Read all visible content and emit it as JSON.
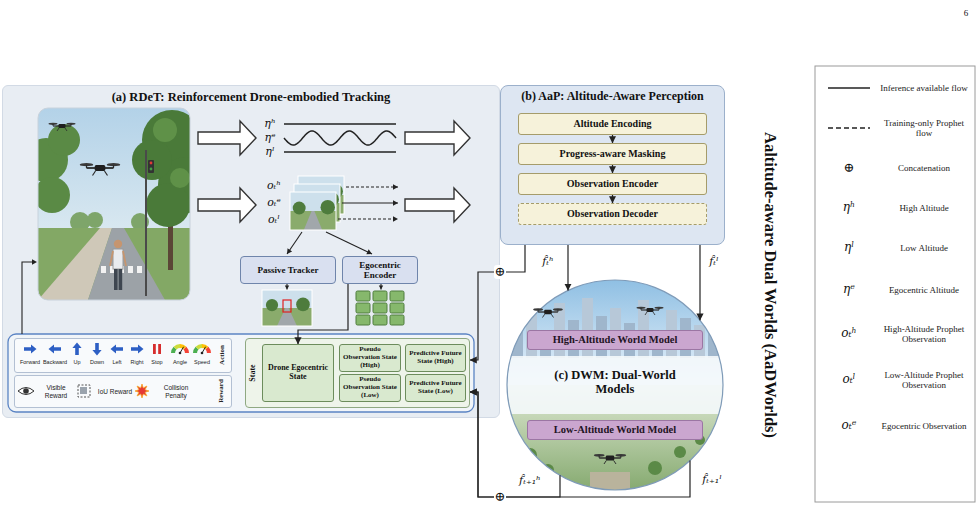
{
  "diagram": {
    "title": "Aaltitude-aware Dual Worlds (AaDWorlds)",
    "nodes": [
      {
        "text": [
          "(a) RDeT: Reinforcement Drone-embodied Tracking"
        ]
      },
      {
        "text": [
          "Passive Tracker"
        ],
        "in": 0
      },
      {
        "text": [
          "Egocentric Encoder"
        ],
        "in": 0
      },
      {
        "text": [
          "Forward",
          "Backward",
          "Up",
          "Down",
          "Left",
          "Right",
          "Stop",
          "Angle",
          "Speed",
          "Action"
        ],
        "in": 0
      },
      {
        "text": [
          "Visible Reward",
          "IoU Reward",
          "Collision Penalty",
          "Reward"
        ],
        "in": 0
      },
      {
        "text": [
          "State"
        ],
        "in": 0
      },
      {
        "text": [
          "Drone Egocentric State"
        ],
        "in": 5
      },
      {
        "text": [
          "Pseudo Observation State (High)"
        ],
        "in": 5
      },
      {
        "text": [
          "Pseudo Observation State (Low)"
        ],
        "in": 5
      },
      {
        "text": [
          "Predictive Future State (High)"
        ],
        "in": 5
      },
      {
        "text": [
          "Predictive Future State (Low)"
        ],
        "in": 5
      },
      {
        "text": [
          "(b) AaP: Altitude-Aware Perception"
        ]
      },
      {
        "text": [
          "Altitude Encoding"
        ],
        "in": 11
      },
      {
        "text": [
          "Progress-aware Masking"
        ],
        "in": 11
      },
      {
        "text": [
          "Observation Encoder"
        ],
        "in": 11
      },
      {
        "text": [
          "Observation Decoder"
        ],
        "in": 11
      },
      {
        "text": [
          "(c) DWM: Dual-World Models"
        ]
      },
      {
        "text": [
          "High-Altitude World Model"
        ],
        "in": 16
      },
      {
        "text": [
          "Low-Altitude World Model"
        ],
        "in": 16
      }
    ],
    "edges": [
      {
        "from": 12,
        "to": 13,
        "arrow": "to"
      },
      {
        "from": 13,
        "to": 14,
        "arrow": "to"
      },
      {
        "from": 14,
        "to": 15,
        "arrow": "to"
      },
      {
        "from": 11,
        "to": 16,
        "label": "f̂ₜʰ",
        "arrow": "to"
      },
      {
        "from": 11,
        "to": 16,
        "label": "f̂ₜˡ",
        "arrow": "to"
      },
      {
        "from": 11,
        "to": 5,
        "arrow": "to"
      },
      {
        "from": 16,
        "to": 5,
        "label": "f̂ₜ₊₁ʰ",
        "arrow": "to"
      },
      {
        "from": 16,
        "to": 5,
        "label": "f̂ₜ₊₁ˡ",
        "arrow": "to"
      },
      {
        "from": 2,
        "to": 6,
        "arrow": "to"
      }
    ],
    "labels": [
      "6",
      "ηʰ",
      "ηᵉ",
      "ηˡ",
      "oₜʰ",
      "oₜᵉ",
      "oₜˡ",
      "⊕",
      "⊕",
      "⊕",
      "ηʰ",
      "ηˡ",
      "ηᵉ",
      "oₜʰ",
      "oₜˡ",
      "oₜᵉ"
    ],
    "legend": [
      {
        "text": "Inference available flow"
      },
      {
        "text": "Training-only Prophet flow"
      },
      {
        "text": "Concatenation"
      },
      {
        "text": "High Altitude"
      },
      {
        "text": "Low Altitude"
      },
      {
        "text": "Egocentric Altitude"
      },
      {
        "text": "High-Altitude Prophet Observation"
      },
      {
        "text": "Low-Altitude Prophet Observation"
      },
      {
        "text": "Egocentric Observation"
      }
    ]
  }
}
